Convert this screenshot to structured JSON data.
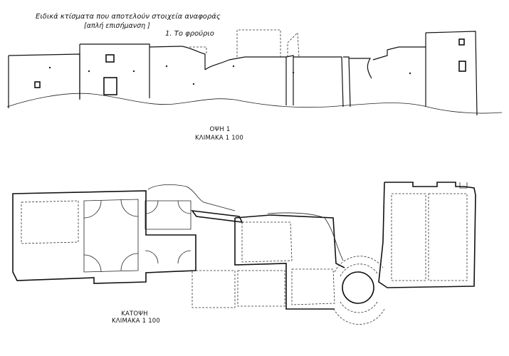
{
  "header": {
    "line1": "Ειδικά κτίσματα που αποτελούν στοιχεία αναφοράς",
    "line2": "[απλή επισήμανση ]",
    "line3": "1. Το φρούριο"
  },
  "elevation": {
    "title": "ΟΨΗ 1",
    "scale": "ΚΛΙΜΑΚΑ 1 100"
  },
  "plan": {
    "title": "ΚΑΤΟΨΗ",
    "scale": "ΚΛΙΜΑΚΑ 1 100"
  }
}
